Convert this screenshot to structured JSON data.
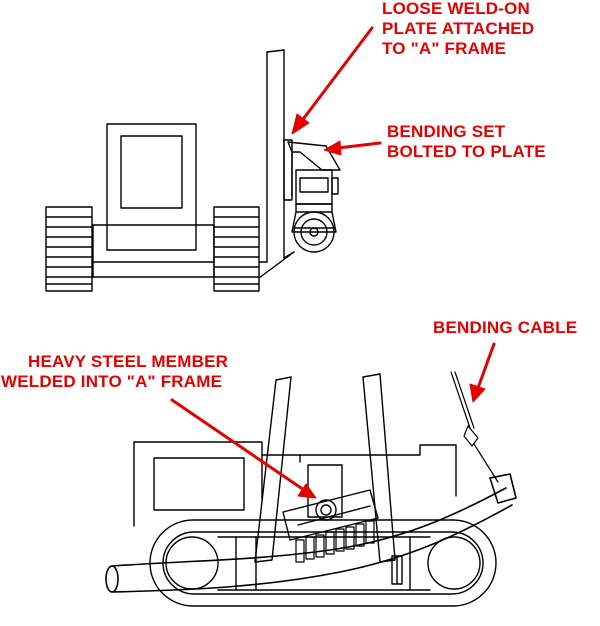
{
  "colors": {
    "annotation": "#e60000",
    "line": "#000000",
    "background": "#ffffff"
  },
  "labels": {
    "weld_plate": [
      "LOOSE WELD-ON",
      "PLATE ATTACHED",
      "TO \"A\" FRAME"
    ],
    "bending_set": [
      "BENDING SET",
      "BOLTED TO PLATE"
    ],
    "bending_cable": [
      "BENDING CABLE"
    ],
    "steel_member": [
      "HEAVY STEEL MEMBER",
      "WELDED INTO \"A\" FRAME"
    ]
  }
}
